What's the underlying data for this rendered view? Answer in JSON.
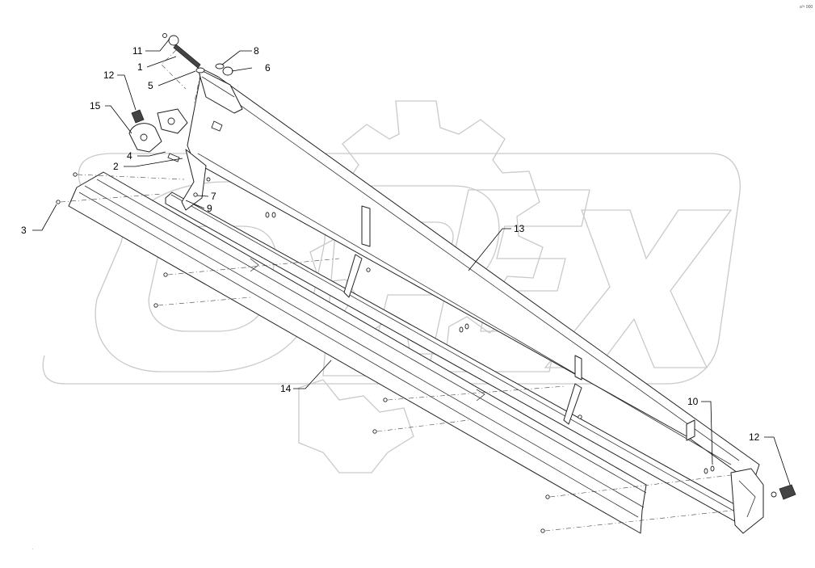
{
  "corner_mark": "a⁰¹ 000",
  "watermark": "OPEX",
  "callouts": [
    {
      "id": "11",
      "label": "11"
    },
    {
      "id": "1",
      "label": "1"
    },
    {
      "id": "8",
      "label": "8"
    },
    {
      "id": "6",
      "label": "6"
    },
    {
      "id": "5",
      "label": "5"
    },
    {
      "id": "12a",
      "label": "12"
    },
    {
      "id": "15",
      "label": "15"
    },
    {
      "id": "4",
      "label": "4"
    },
    {
      "id": "2",
      "label": "2"
    },
    {
      "id": "7",
      "label": "7"
    },
    {
      "id": "9",
      "label": "9"
    },
    {
      "id": "3",
      "label": "3"
    },
    {
      "id": "13",
      "label": "13"
    },
    {
      "id": "14",
      "label": "14"
    },
    {
      "id": "10",
      "label": "10"
    },
    {
      "id": "12b",
      "label": "12"
    }
  ]
}
